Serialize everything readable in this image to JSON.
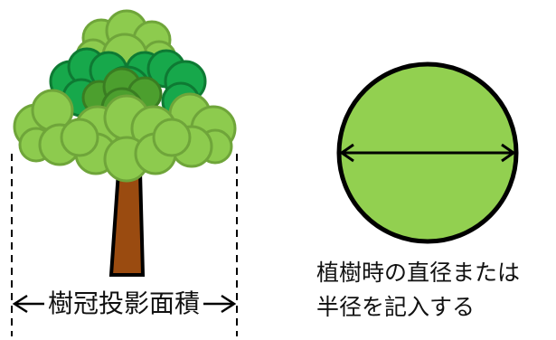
{
  "labels": {
    "crown_area": "樹冠投影面積",
    "note_line1": "植樹時の直径または",
    "note_line2": "半径を記入する"
  },
  "colors": {
    "light_green": "#8DCB4E",
    "light_green_edge": "#6FA53A",
    "dark_green": "#17A84B",
    "mid_green": "#4C9F2E",
    "trunk": "#9A4B10",
    "outline": "#000000",
    "circle_fill": "#92D050"
  }
}
